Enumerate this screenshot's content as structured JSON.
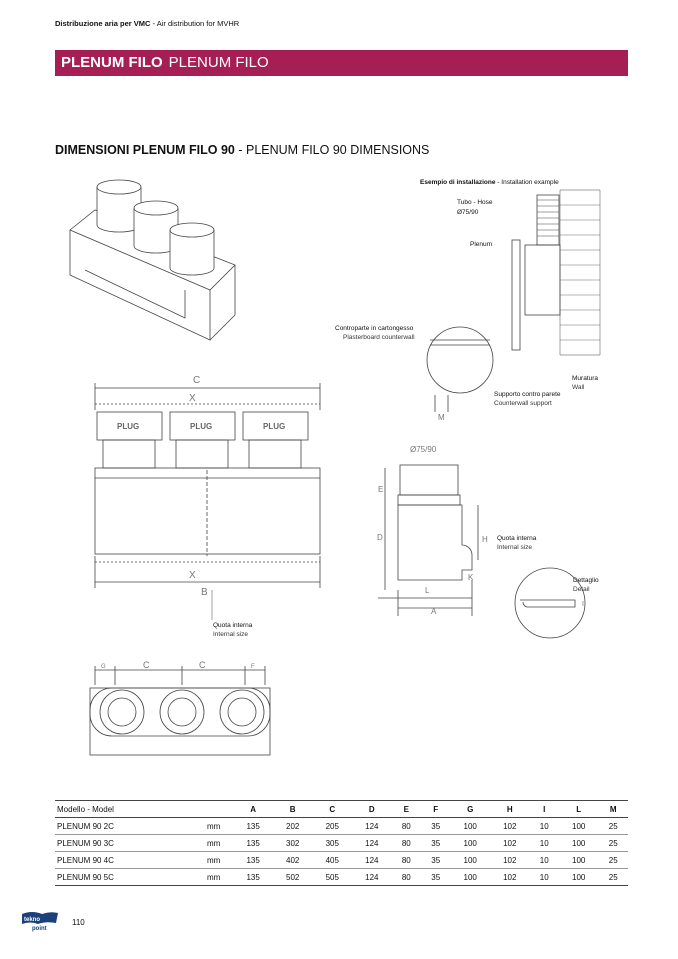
{
  "header": {
    "category_bold": "Distribuzione aria per VMC",
    "category_sep": " - ",
    "category_en": "Air distribution for MVHR"
  },
  "title_bar": {
    "title_it": "PLENUM FILO",
    "title_en": "PLENUM FILO",
    "color": "#a51f55"
  },
  "section": {
    "title_bold": "DIMENSIONI PLENUM FILO 90",
    "title_rest": " - PLENUM FILO 90 DIMENSIONS"
  },
  "drawings": {
    "front": {
      "C": "C",
      "X_top": "X",
      "X_bottom": "X",
      "B": "B",
      "plug": "PLUG",
      "internal_it": "Quota interna",
      "internal_en": "Internal size"
    },
    "install": {
      "title_bold": "Esempio di installazione",
      "title_en": " - Installation example",
      "hose_it": "Tubo - Hose",
      "hose_size": "Ø75/90",
      "plenum": "Plenum",
      "counterwall_it": "Controparte in cartongesso",
      "counterwall_en": "Plasterboard counterwall",
      "wall_it": "Muratura",
      "wall_en": "Wall",
      "support_it": "Supporto contro parete",
      "support_en": "Counterwall support",
      "M": "M"
    },
    "side": {
      "diam": "Ø75/90",
      "E": "E",
      "D": "D",
      "H": "H",
      "L": "L",
      "A": "A",
      "K": "K",
      "internal_it": "Quota interna",
      "internal_en": "Internal size"
    },
    "detail": {
      "it": "Dettaglio",
      "en": "Detail",
      "I": "I"
    },
    "top": {
      "G": "G",
      "C1": "C",
      "C2": "C",
      "F": "F"
    }
  },
  "table": {
    "headers": [
      "Modello - Model",
      "",
      "A",
      "B",
      "C",
      "D",
      "E",
      "F",
      "G",
      "H",
      "I",
      "L",
      "M"
    ],
    "rows": [
      [
        "PLENUM 90 2C",
        "mm",
        "135",
        "202",
        "205",
        "124",
        "80",
        "35",
        "100",
        "102",
        "10",
        "100",
        "25"
      ],
      [
        "PLENUM 90 3C",
        "mm",
        "135",
        "302",
        "305",
        "124",
        "80",
        "35",
        "100",
        "102",
        "10",
        "100",
        "25"
      ],
      [
        "PLENUM 90 4C",
        "mm",
        "135",
        "402",
        "405",
        "124",
        "80",
        "35",
        "100",
        "102",
        "10",
        "100",
        "25"
      ],
      [
        "PLENUM 90 5C",
        "mm",
        "135",
        "502",
        "505",
        "124",
        "80",
        "35",
        "100",
        "102",
        "10",
        "100",
        "25"
      ]
    ]
  },
  "footer": {
    "logo_top": "tekno",
    "logo_bottom": "point",
    "page": "110"
  }
}
